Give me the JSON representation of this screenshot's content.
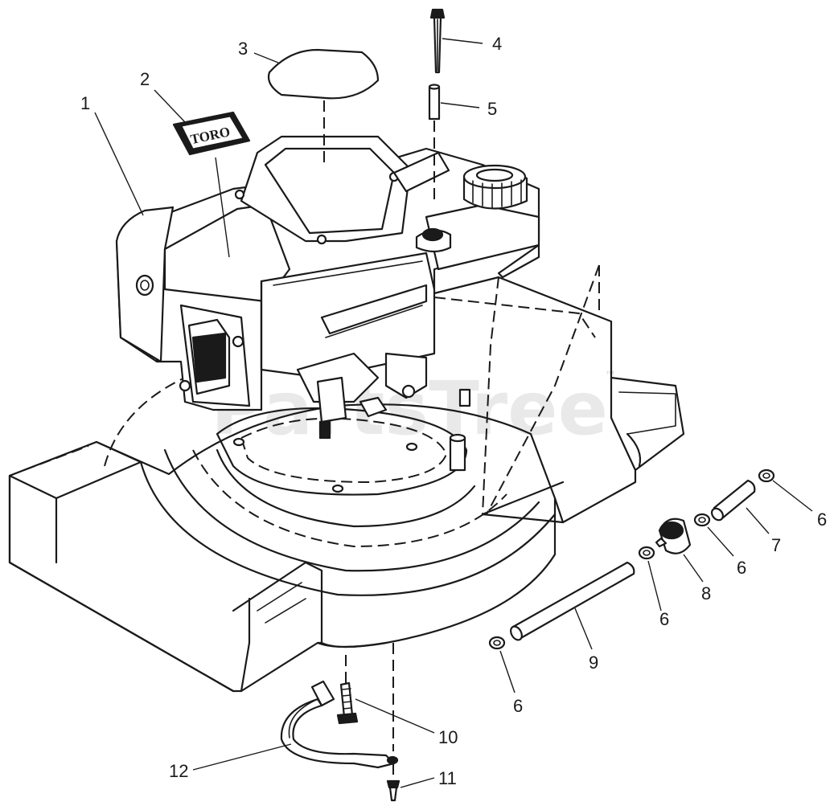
{
  "diagram": {
    "watermark": "PartsTree",
    "watermark_tm": "™",
    "decal_logo_text": "TORO",
    "callouts": [
      {
        "id": "1",
        "label": "1"
      },
      {
        "id": "2",
        "label": "2"
      },
      {
        "id": "3",
        "label": "3"
      },
      {
        "id": "4",
        "label": "4"
      },
      {
        "id": "5",
        "label": "5"
      },
      {
        "id": "6a",
        "label": "6"
      },
      {
        "id": "6b",
        "label": "6"
      },
      {
        "id": "6c",
        "label": "6"
      },
      {
        "id": "6d",
        "label": "6"
      },
      {
        "id": "7",
        "label": "7"
      },
      {
        "id": "8",
        "label": "8"
      },
      {
        "id": "9",
        "label": "9"
      },
      {
        "id": "10",
        "label": "10"
      },
      {
        "id": "11",
        "label": "11"
      },
      {
        "id": "12",
        "label": "12"
      }
    ]
  }
}
